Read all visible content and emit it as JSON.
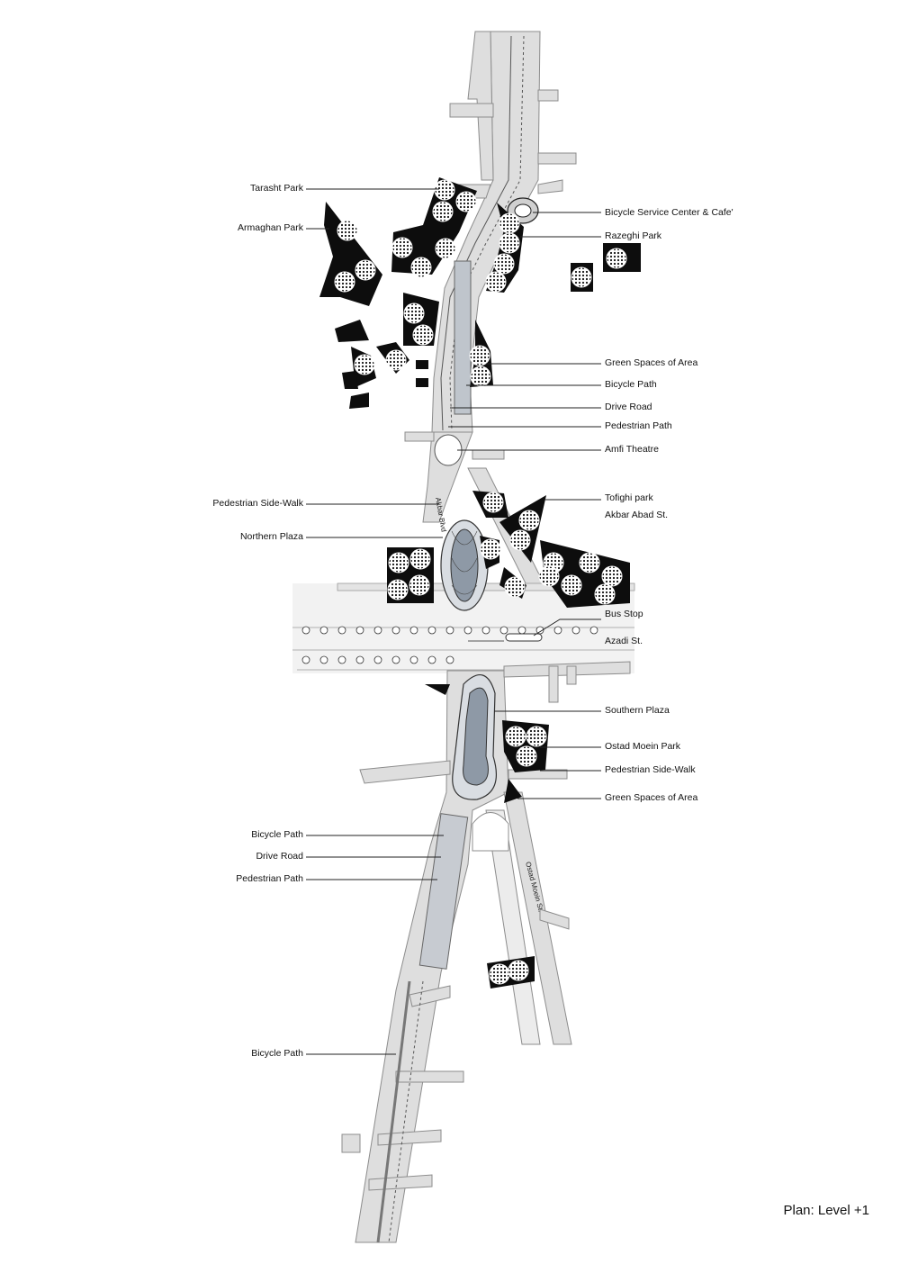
{
  "plan": {
    "title": "Plan: Level +1",
    "labels_left": [
      "Tarasht Park",
      "Armaghan Park",
      "Pedestrian Side-Walk",
      "Northern Plaza",
      "Bicycle Path",
      "Drive Road",
      "Pedestrian Path",
      "Bicycle Path"
    ],
    "labels_right": [
      "Bicycle Service Center & Cafe'",
      "Razeghi Park",
      "Green Spaces of Area",
      "Bicycle Path",
      "Drive Road",
      "Pedestrian Path",
      "Amfi Theatre",
      "Tofighi park",
      "Akbar Abad St.",
      "Bus Stop",
      "Azadi St.",
      "Southern Plaza",
      "Ostad Moein Park",
      "Pedestrian Side-Walk",
      "Green Spaces of Area"
    ],
    "street_names": {
      "akbar": "Akbar Blvd",
      "ostad_moein": "Ostad Moein St."
    },
    "colors": {
      "park": "#0d0d0d",
      "road": "#dcdcdc",
      "road_edge": "#8c8c8c",
      "plaza": "#9aa3ad",
      "line": "#222222"
    }
  }
}
